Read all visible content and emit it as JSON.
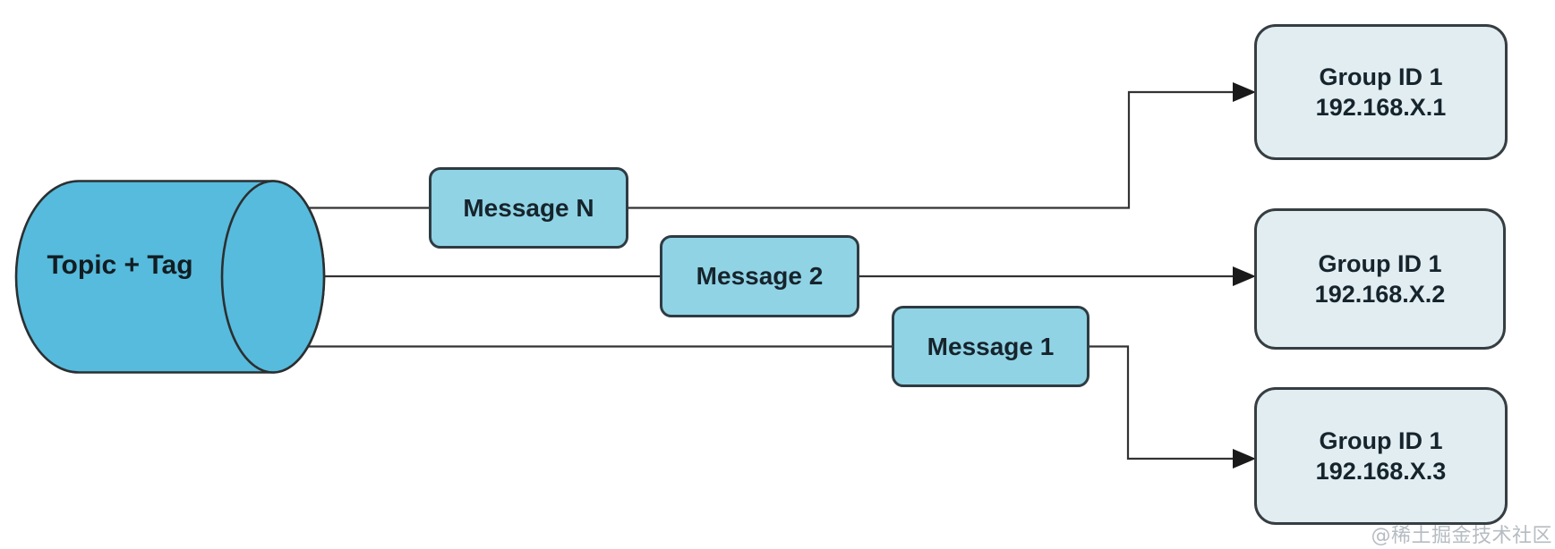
{
  "diagram": {
    "topic": {
      "label": "Topic + Tag"
    },
    "messages": [
      {
        "label": "Message N"
      },
      {
        "label": "Message 2"
      },
      {
        "label": "Message 1"
      }
    ],
    "groups": [
      {
        "title": "Group ID 1",
        "address": "192.168.X.1"
      },
      {
        "title": "Group ID 1",
        "address": "192.168.X.2"
      },
      {
        "title": "Group ID 1",
        "address": "192.168.X.3"
      }
    ],
    "watermark": "@稀土掘金技术社区",
    "colors": {
      "cylinder_fill": "#56bbdc",
      "message_fill": "#90d3e5",
      "group_fill": "#e2edf2",
      "node_border": "#2e3b42",
      "connector": "#333333",
      "arrowhead": "#1a1a1a",
      "text": "#16242c",
      "watermark": "#b6bcc2",
      "background": "#ffffff"
    }
  }
}
